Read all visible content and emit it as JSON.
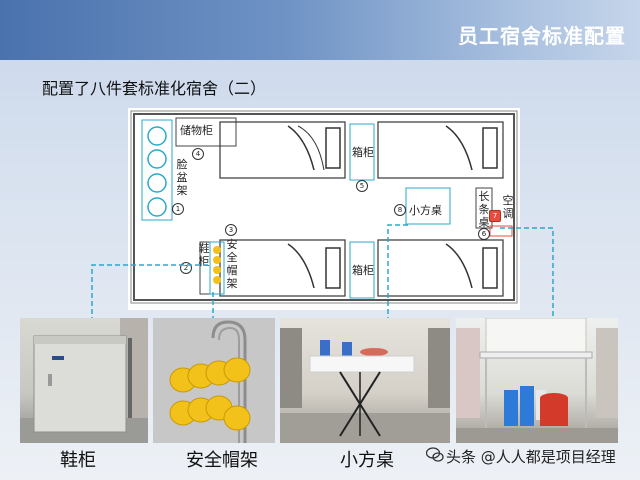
{
  "header": {
    "title": "员工宿舍标准配置"
  },
  "subtitle": "配置了八件套标准化宿舍（二）",
  "plan": {
    "labels": {
      "storage_cabinet": "储物柜",
      "washbasin": "脸盆架",
      "shoe_cabinet": "鞋柜",
      "helmet_rack": "安全帽架",
      "box_cabinet_top": "箱柜",
      "box_cabinet_bottom": "箱柜",
      "small_table": "小方桌",
      "long_table": "长条桌",
      "air_conditioner": "空调"
    },
    "numbers": {
      "n1": "1",
      "n2": "2",
      "n3": "3",
      "n4": "4",
      "n5": "5",
      "n6": "6",
      "n7": "7",
      "n8": "8"
    }
  },
  "captions": {
    "shoe_cabinet": "鞋柜",
    "helmet_rack": "安全帽架",
    "small_table": "小方桌"
  },
  "watermark": "头条 @人人都是项目经理",
  "colors": {
    "connector": "#2ba8c9",
    "header_start": "#4a72ad",
    "helmet": "#f2c21a"
  }
}
